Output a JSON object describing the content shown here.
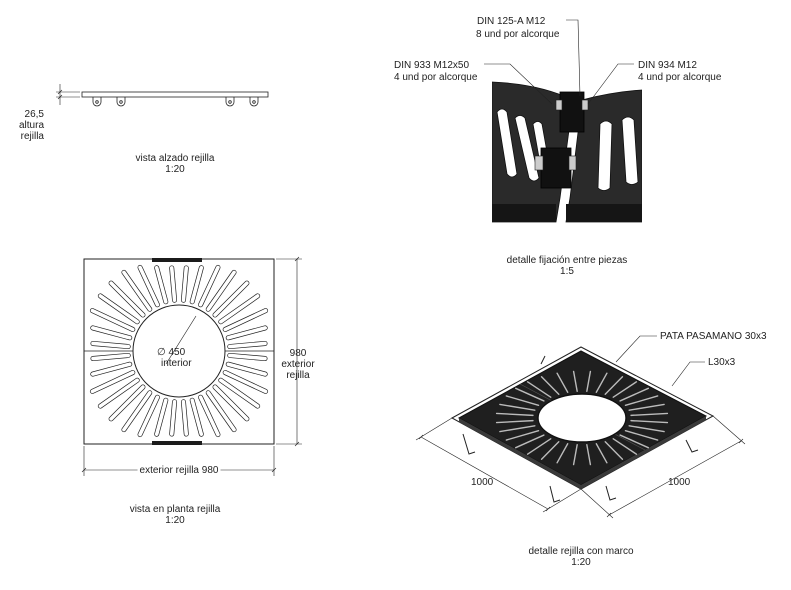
{
  "elevation": {
    "dim_value": "26,5",
    "dim_label_1": "altura",
    "dim_label_2": "rejilla",
    "caption": "vista alzado rejilla",
    "scale": "1:20"
  },
  "plan": {
    "diameter": "∅ 450",
    "diameter_label": "interior",
    "right_dim_value": "980",
    "right_dim_label_1": "exterior",
    "right_dim_label_2": "rejilla",
    "bottom_dim": "exterior rejilla  980",
    "caption": "vista en planta rejilla",
    "scale": "1:20"
  },
  "detail_fixing": {
    "callout_top_1": "DIN 125-A M12",
    "callout_top_2": "8 und por alcorque",
    "callout_left_1": "DIN 933 M12x50",
    "callout_left_2": "4 und por alcorque",
    "callout_right_1": "DIN 934 M12",
    "callout_right_2": "4 und por alcorque",
    "caption": "detalle fijación entre piezas",
    "scale": "1:5"
  },
  "detail_frame": {
    "callout_1": "PATA PASAMANO 30x3",
    "callout_2": "L30x3",
    "dim_left": "1000",
    "dim_right": "1000",
    "caption": "detalle rejilla con marco",
    "scale": "1:20"
  },
  "colors": {
    "line": "#222222",
    "metal_dark": "#1b1b1b",
    "metal_mid": "#3a3a3a",
    "bolt": "#cccccc"
  }
}
